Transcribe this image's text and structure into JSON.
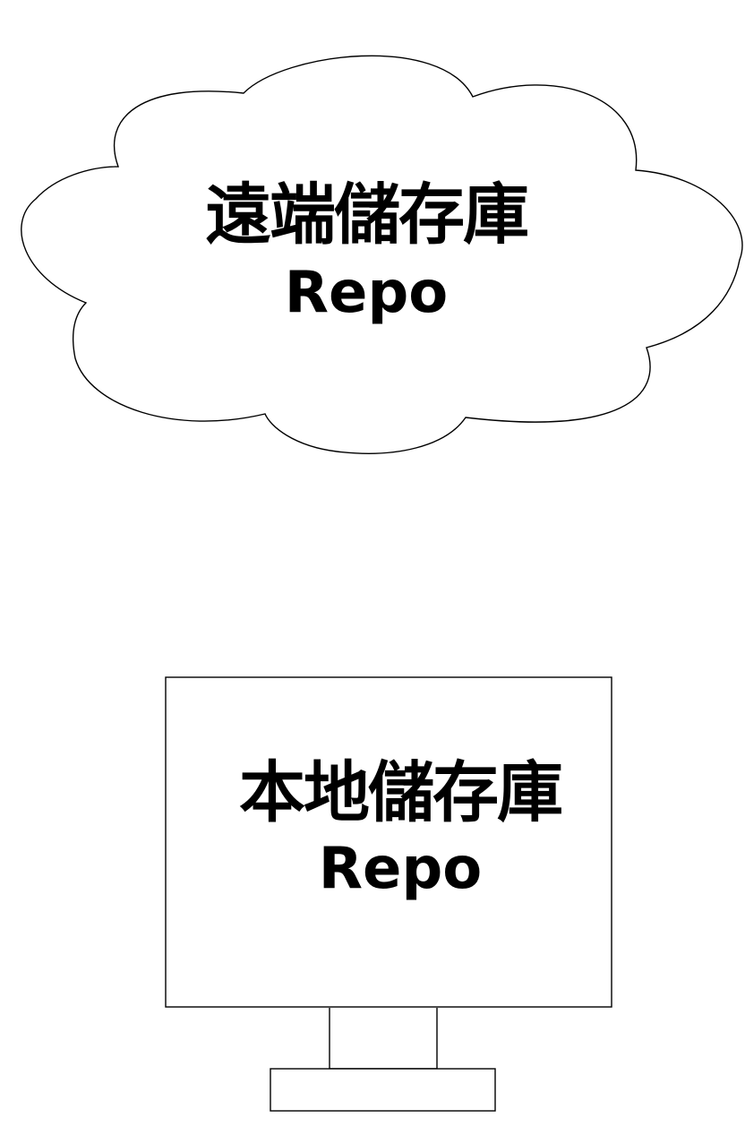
{
  "remote_repo": {
    "title": "遠端儲存庫",
    "subtitle": "Repo"
  },
  "local_repo": {
    "title": "本地儲存庫",
    "subtitle": "Repo"
  },
  "colors": {
    "stroke": "#000000",
    "fill": "#ffffff",
    "text": "#000000"
  }
}
